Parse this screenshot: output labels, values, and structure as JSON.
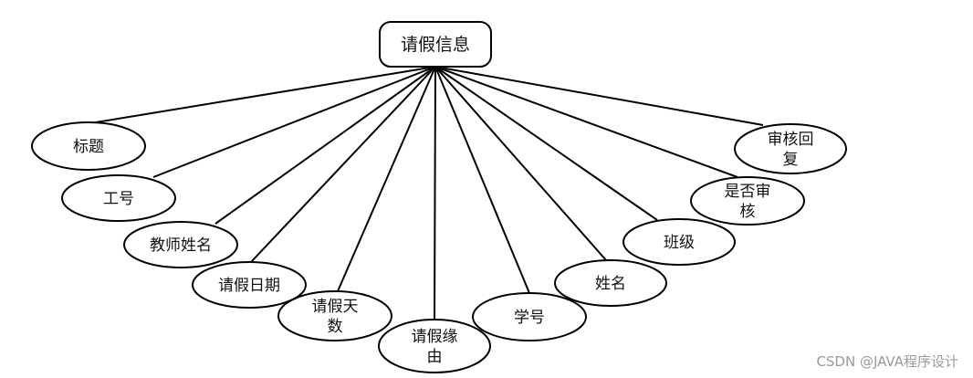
{
  "entity": {
    "label": "请假信息"
  },
  "attributes": [
    {
      "id": "biaoti",
      "lines": [
        "标题"
      ]
    },
    {
      "id": "gonghao",
      "lines": [
        "工号"
      ]
    },
    {
      "id": "jiaoshixingming",
      "lines": [
        "教师姓名"
      ]
    },
    {
      "id": "qingjiariqi",
      "lines": [
        "请假日期"
      ]
    },
    {
      "id": "qingjiatianshu",
      "lines": [
        "请假天",
        "数"
      ]
    },
    {
      "id": "qingjiayuanyou",
      "lines": [
        "请假缘",
        "由"
      ]
    },
    {
      "id": "xuehao",
      "lines": [
        "学号"
      ]
    },
    {
      "id": "xingming",
      "lines": [
        "姓名"
      ]
    },
    {
      "id": "banji",
      "lines": [
        "班级"
      ]
    },
    {
      "id": "shifoushenhe",
      "lines": [
        "是否审",
        "核"
      ]
    },
    {
      "id": "shenhehuifu",
      "lines": [
        "审核回",
        "复"
      ]
    }
  ],
  "watermark": "CSDN @JAVA程序设计"
}
